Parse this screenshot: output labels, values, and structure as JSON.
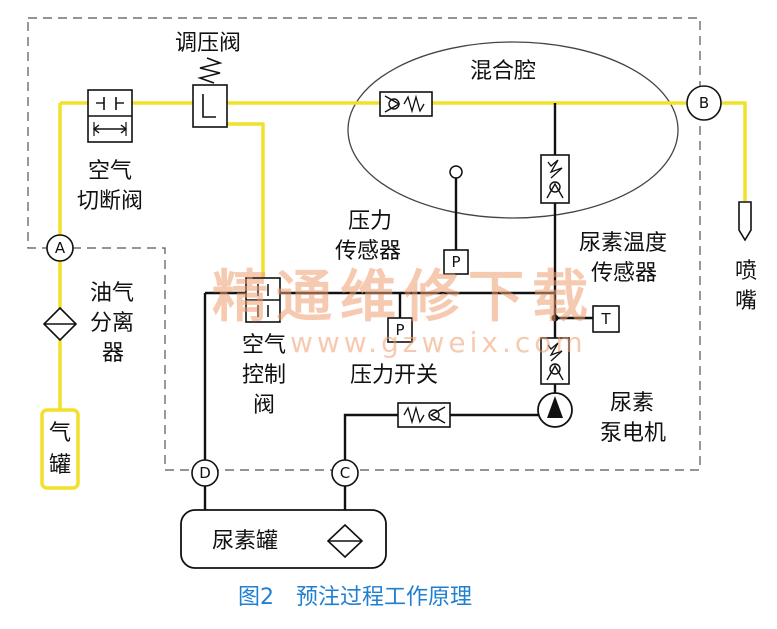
{
  "labels": {
    "pressure_valve": "调压阀",
    "mixing_chamber": "混合腔",
    "air_cutoff_valve_1": "空气",
    "air_cutoff_valve_2": "切断阀",
    "pressure_sensor_1": "压力",
    "pressure_sensor_2": "传感器",
    "urea_temp_sensor_1": "尿素温度",
    "urea_temp_sensor_2": "传感器",
    "nozzle_1": "喷",
    "nozzle_2": "嘴",
    "oil_separator_1": "油气",
    "oil_separator_2": "分离",
    "oil_separator_3": "器",
    "air_tank_1": "气",
    "air_tank_2": "罐",
    "air_control_valve_1": "空气",
    "air_control_valve_2": "控制",
    "air_control_valve_3": "阀",
    "pressure_switch": "压力开关",
    "urea_pump_1": "尿素",
    "urea_pump_2": "泵电机",
    "urea_tank": "尿素罐",
    "caption": "图2　预注过程工作原理"
  },
  "symbols": {
    "node_a": "A",
    "node_b": "B",
    "node_c": "C",
    "node_d": "D",
    "sensor_p": "P",
    "switch_p": "P",
    "sensor_t": "T"
  },
  "watermark": {
    "text": "精通维修下载",
    "url": "www.gzweix.com"
  },
  "colors": {
    "air_line": "#f2e12a",
    "urea_line": "#111111",
    "boundary": "#555555",
    "caption": "#1f7fd1",
    "watermark": "#f0a070"
  }
}
